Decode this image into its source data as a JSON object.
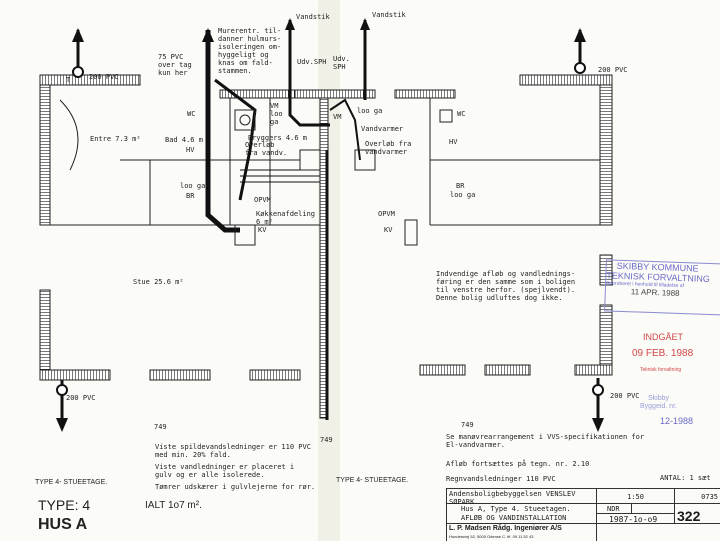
{
  "drawing": {
    "labels": {
      "pvc_top_left": "200 PVC",
      "pvc_top_right": "200 PVC",
      "pvc_bottom_left": "200 PVC",
      "pvc_bottom_right": "200 PVC",
      "t_mark": "T",
      "vandstik_1": "Vandstik",
      "vandstik_2": "Vandstik",
      "murerentr": "Murerentr. til-\ndanner hulmurs-\nisoleringen om-\nhyggeligt og\nknas om fald-\nstammen.",
      "pvc_75": "75 PVC\nover tag\nkun her",
      "udv_sph_1": "Udv.SPH",
      "udv_sph_2": "Udv.\nSPH",
      "entre": "Entre 7.3 m²",
      "bad": "Bad 4.6 m",
      "hv_left": "HV",
      "wc_left": "WC",
      "loo_ga_left": "loo ga",
      "br_left": "BR",
      "vm_loo_ga": "VM\nloo\nga",
      "vm": "VM",
      "loo_ga_mid": "loo ga",
      "bryggers": "Bryggers 4.6 m",
      "overlob_left": "Overløb\nfra vandv.",
      "vandvarmer": "Vandvarmer",
      "overlob_right": "Overløb fra\nvandvarmer",
      "opvm_left": "OPVM",
      "kokken": "Køkkenafdeling\n6 m²",
      "kv_left": "KV",
      "opvm_right": "OPVM",
      "kv_right": "KV",
      "wc_right": "WC",
      "hv_right": "HV",
      "br_right": "BR",
      "loo_ga_right": "loo ga",
      "stue": "Stue 25.6 m²",
      "dim_left": "749",
      "dim_mid": "749",
      "dim_right": "749"
    },
    "notes": {
      "mirror_note": "Indvendige afløb og vandlednings-\nføring er den samme som i boligen\ntil venstre herfor. (spejlvendt).\nDenne bolig udluftes dog ikke.",
      "note_1": "Viste spildevandsledninger er 110 PVC\nmed min. 20% fald.",
      "note_2": "Viste vandledninger er placeret i\ngulv og er alle isolerede.",
      "note_3": "Tømrer udskærer i gulvlejerne for rør.",
      "note_4": "Se manøvrearrangement i VVS-specifikationen for\nEl-vandvarmer.",
      "note_5": "Afløb fortsættes på tegn. nr. 2.10",
      "note_6": "Regnvandsledninger 110 PVC",
      "antal": "ANTAL: 1 sæt",
      "type_stueetage_left": "TYPE 4- STUEETAGE.",
      "type_stueetage_right": "TYPE 4- STUEETAGE.",
      "type": "TYPE: 4",
      "hus": "HUS A",
      "ialt": "IALT 1o7 m²."
    },
    "stamps": {
      "kommune_1": "SKIBBY KOMMUNE",
      "kommune_2": "TEKNISK FORVALTNING",
      "kommune_3": "Approberet i henhold til tilladelse af",
      "kommune_date": "11 APR. 1988",
      "indgaet": "INDGÅET",
      "indgaet_date": "09 FEB. 1988",
      "teknisk": "Teknisk forvaltning",
      "blue_stamp": "Skibby\nByggeid. nr.",
      "blue_date": "12-1988"
    },
    "title_block": {
      "project": "Andensboligbebyggelsen VENSLEV SØPARK.",
      "scale": "1:50",
      "sag_nr": "0735",
      "desc_1": "Hus A,  Type 4.  Stueetagen.",
      "desc_2": "AFLØB OG VANDINSTALLATION",
      "tegn": "NDR",
      "date": "1987-1o-o9",
      "tegn_nr": "322",
      "firm": "L. P. Madsen  Rådg. Ingeniører A/S",
      "address": "Hundersvej 52, 5000 Odense C.   tlf. 09 11 52 43"
    },
    "colors": {
      "ink": "#1a1a1a",
      "stamp_blue": "#6a6ac8",
      "stamp_red": "#d04848"
    }
  }
}
